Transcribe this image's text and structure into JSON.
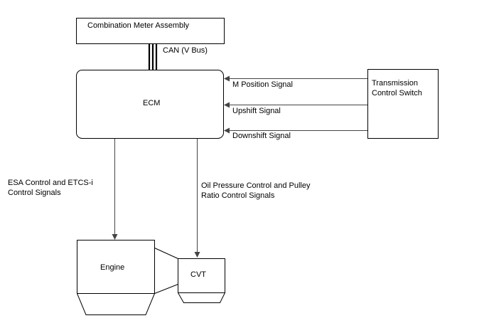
{
  "blocks": {
    "combination_meter": "Combination Meter Assembly",
    "ecm": "ECM",
    "transmission_switch_line1": "Transmission",
    "transmission_switch_line2": "Control Switch",
    "engine": "Engine",
    "cvt": "CVT"
  },
  "signals": {
    "can_bus": "CAN (V Bus)",
    "m_position": "M Position Signal",
    "upshift": "Upshift Signal",
    "downshift": "Downshift Signal",
    "esa_line1": "ESA Control and ETCS-i",
    "esa_line2": "Control Signals",
    "oil_line1": "Oil Pressure Control and Pulley",
    "oil_line2": "Ratio Control Signals"
  },
  "colors": {
    "stroke": "#000000",
    "arrow": "#444444",
    "background": "#ffffff"
  }
}
